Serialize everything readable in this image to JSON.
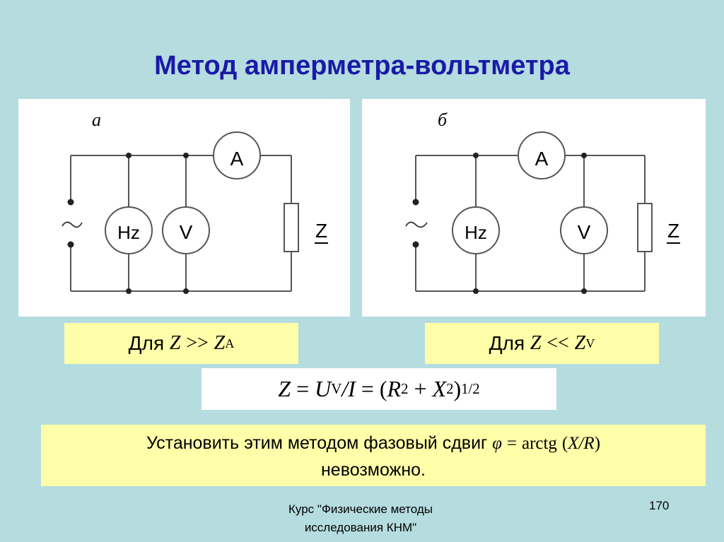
{
  "slide": {
    "title": "Метод амперметра-вольтметра",
    "footer_line1": "Курс \"Физические методы",
    "footer_line2": "исследования КНМ\"",
    "page_number": "170"
  },
  "circuits": {
    "left": {
      "label": "а",
      "source_symbol": "~",
      "meters": {
        "ammeter": "A",
        "frequency_meter": "Hz",
        "voltmeter": "V"
      },
      "load": "Z"
    },
    "right": {
      "label": "б",
      "source_symbol": "~",
      "meters": {
        "ammeter": "A",
        "frequency_meter": "Hz",
        "voltmeter": "V"
      },
      "load": "Z"
    }
  },
  "conditions": {
    "left": {
      "prefix": "Для",
      "var": "Z",
      "op": ">>",
      "rhs_var": "Z",
      "rhs_sub": "A"
    },
    "right": {
      "prefix": "Для",
      "var": "Z",
      "op": "<<",
      "rhs_var": "Z",
      "rhs_sub": "V"
    }
  },
  "formula": {
    "z": "Z",
    "eq1": "=",
    "u": "U",
    "u_sub": "V",
    "slash_i": "/I",
    "eq2": "=",
    "open": "(",
    "r": "R",
    "r_exp": "2",
    "plus": "+",
    "x": "X",
    "x_exp": "2",
    "close": ")",
    "outer_exp": "1/2"
  },
  "note": {
    "text_before": "Установить этим методом фазовый сдвиг",
    "phi": "φ",
    "eq": "=",
    "func": "arctg",
    "arg_open": "(",
    "arg": "X/R",
    "arg_close": ")",
    "line2": "невозможно."
  },
  "colors": {
    "background": "#b5dcdf",
    "title": "#1a1aa6",
    "highlight": "#ffffaa",
    "panel": "#ffffff"
  }
}
